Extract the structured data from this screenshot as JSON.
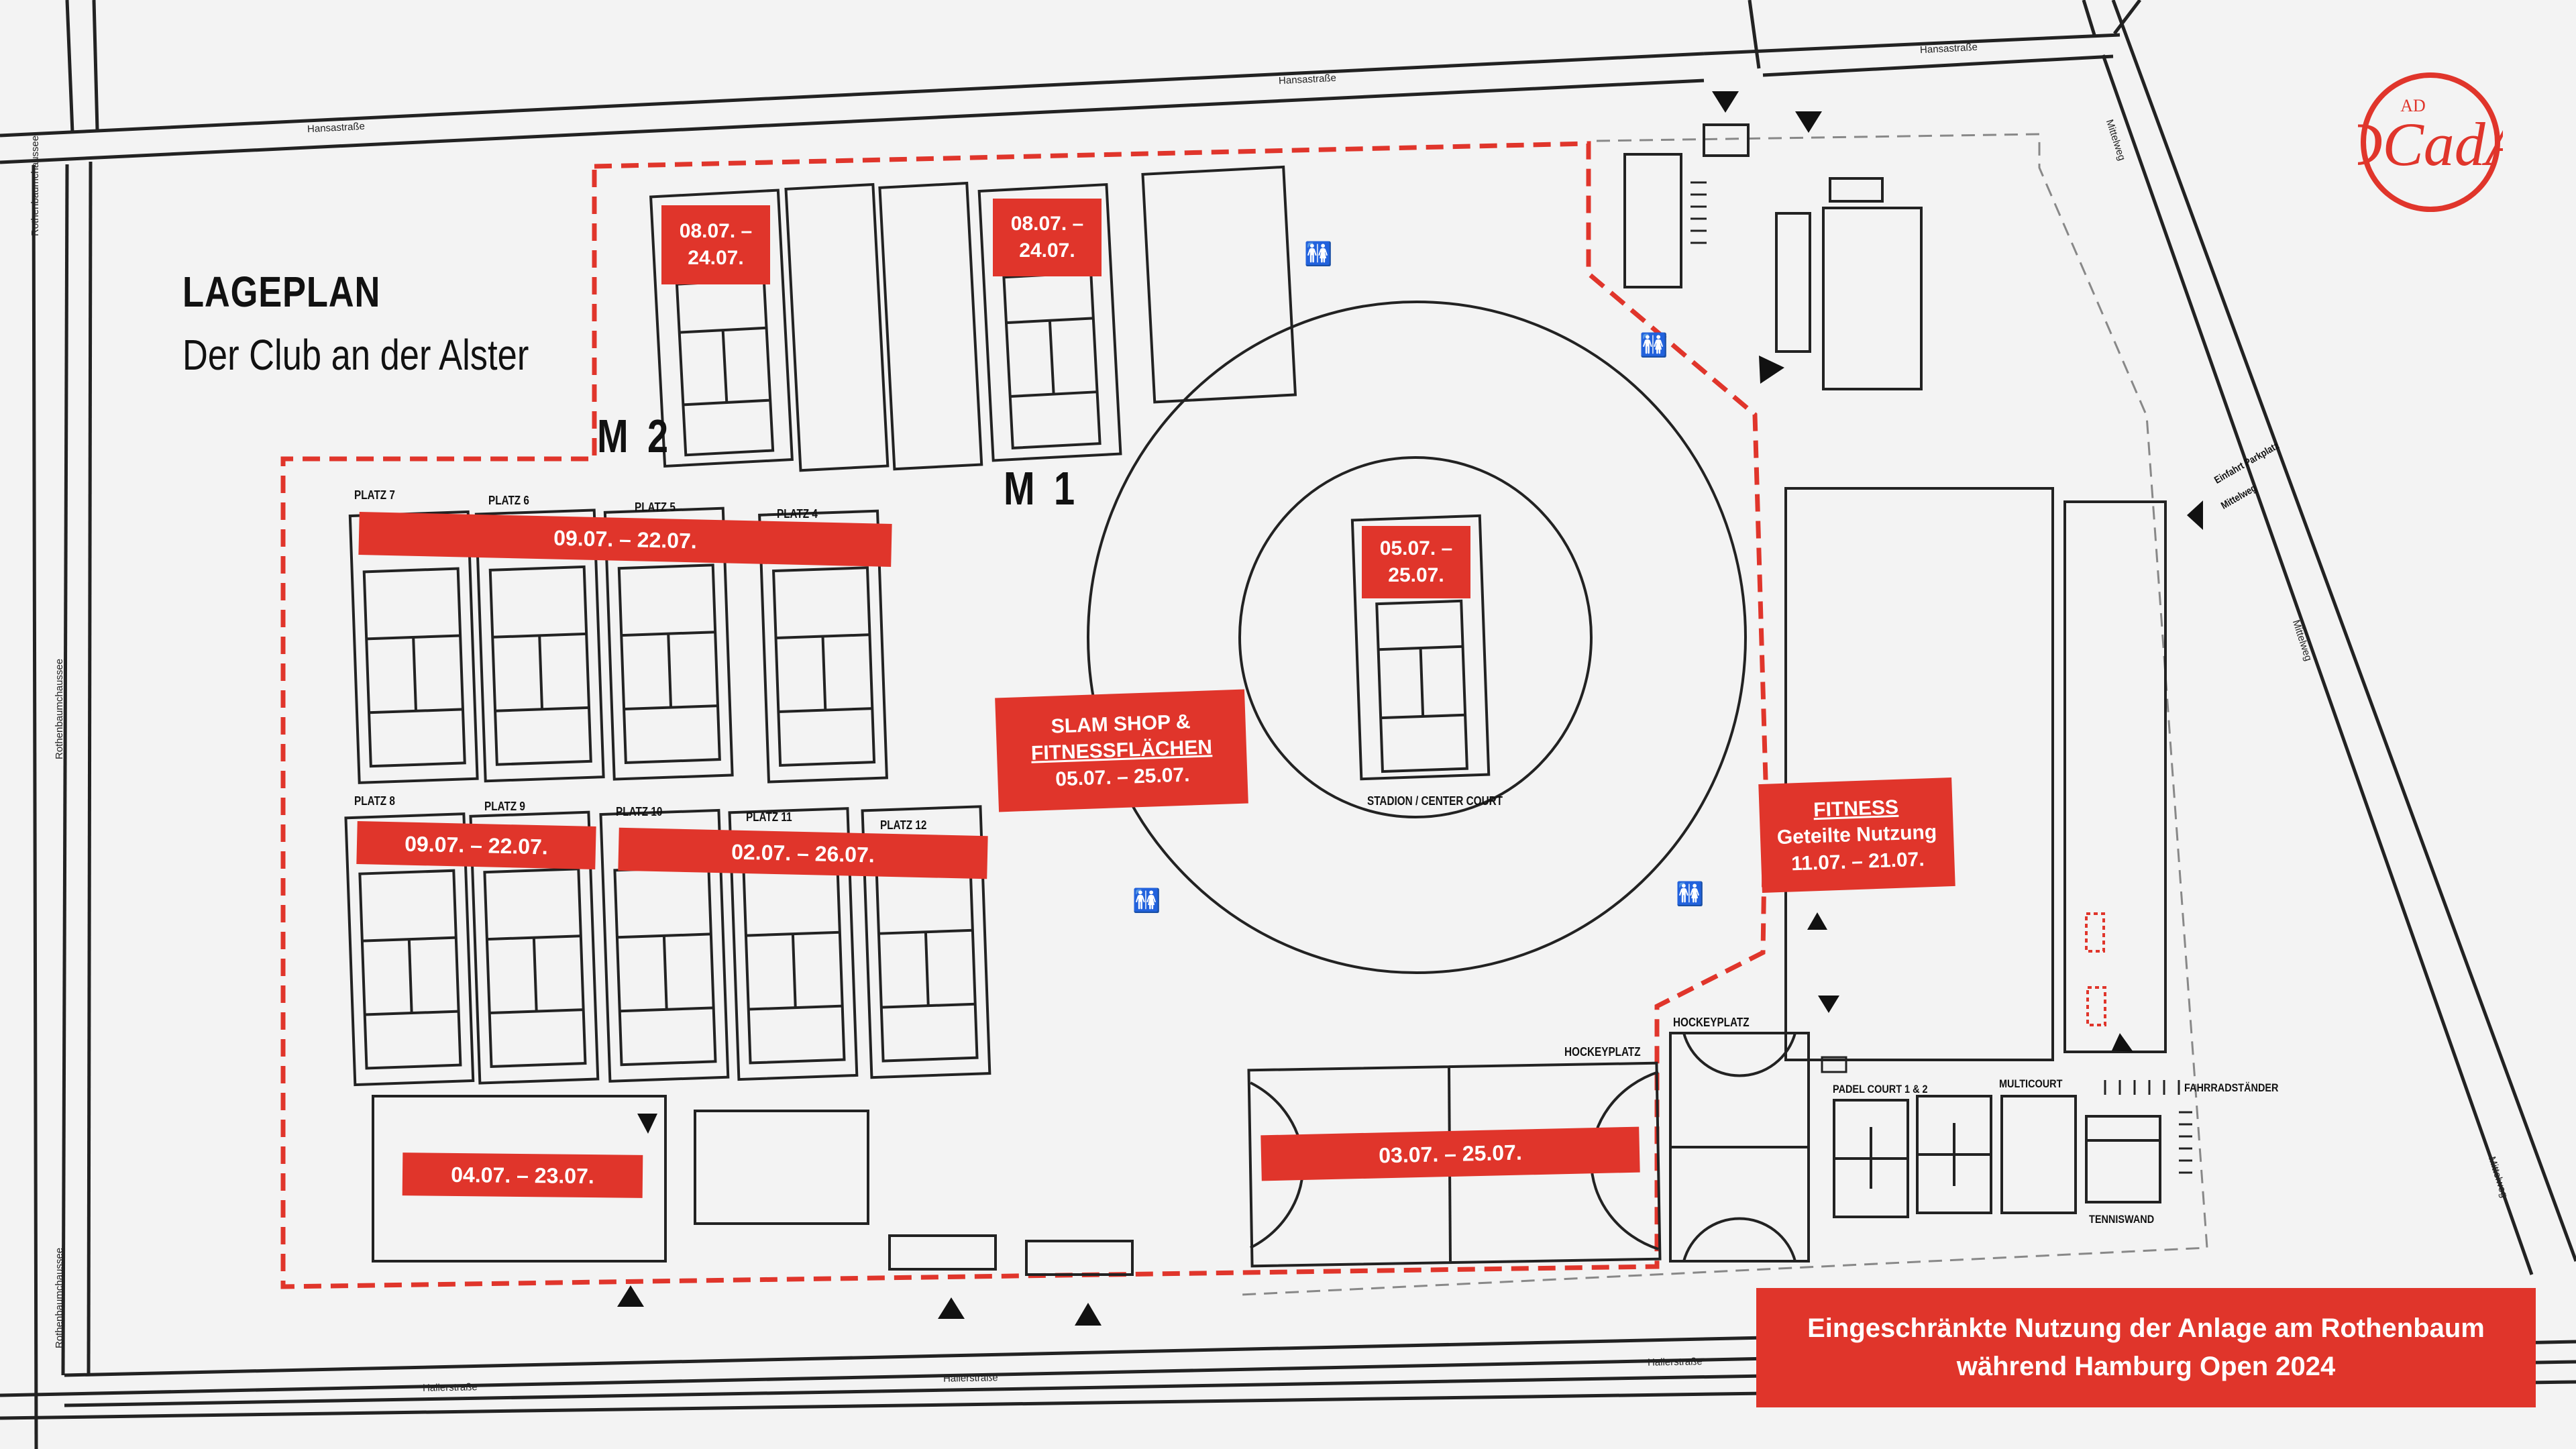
{
  "title": "LAGEPLAN",
  "subtitle": "Der Club an der Alster",
  "areas": {
    "m2": "M 2",
    "m1": "M 1"
  },
  "court_labels": {
    "platz7": "PLATZ 7",
    "platz6": "PLATZ 6",
    "platz5": "PLATZ 5",
    "platz4": "PLATZ 4",
    "platz8": "PLATZ 8",
    "platz9": "PLATZ 9",
    "platz10": "PLATZ 10",
    "platz11": "PLATZ 11",
    "platz12": "PLATZ 12",
    "stadion": "STADION / CENTER COURT",
    "hockeyplatz_1": "HOCKEYPLATZ",
    "hockeyplatz_2": "HOCKEYPLATZ",
    "padel": "PADEL COURT 1 & 2",
    "multicourt": "MULTICOURT",
    "tenniswand": "TENNISWAND",
    "fahrradstaender": "FAHRRADSTÄNDER",
    "einfahrt_1": "Einfahrt Parkplatz",
    "einfahrt_2": "Mittelweg"
  },
  "streets": {
    "hansastrasse_1": "Hansastraße",
    "hansastrasse_2": "Hansastraße",
    "hansastrasse_3": "Hansastraße",
    "rothenbaum_1": "Rothenbaumchaussee",
    "rothenbaum_2": "Rothenbaumchaussee",
    "rothenbaum_3": "Rothenbaumchaussee",
    "mittelweg_1": "Mittelweg",
    "mittelweg_2": "Mittelweg",
    "mittelweg_3": "Mittelweg",
    "hallerstrasse_1": "Hallerstraße",
    "hallerstrasse_2": "Hallerstraße",
    "hallerstrasse_3": "Hallerstraße"
  },
  "tags": {
    "m2_top": {
      "line1": "08.07. –",
      "line2": "24.07."
    },
    "m1_top": {
      "line1": "08.07. –",
      "line2": "24.07."
    },
    "center": {
      "line1": "05.07. –",
      "line2": "25.07."
    },
    "platz_4_7": "09.07. – 22.07.",
    "platz_8_9": "09.07. – 22.07.",
    "platz_10_12": "02.07. – 26.07.",
    "bottom_left": "04.07. – 23.07.",
    "hockey": "03.07. – 25.07.",
    "slam_shop": {
      "line1": "SLAM SHOP &",
      "line2": "FITNESSFLÄCHEN",
      "line3": "05.07. – 25.07."
    },
    "fitness": {
      "line1": "FITNESS",
      "line2": "Geteilte Nutzung",
      "line3": "11.07. – 21.07."
    }
  },
  "banner": {
    "line1": "Eingeschränkte Nutzung der Anlage am Rothenbaum",
    "line2": "während Hamburg Open 2024"
  },
  "logo": {
    "text": "DCadA",
    "small": "AD"
  },
  "colors": {
    "accent": "#e0352b",
    "background": "#f3f3f3",
    "line": "#222222"
  }
}
